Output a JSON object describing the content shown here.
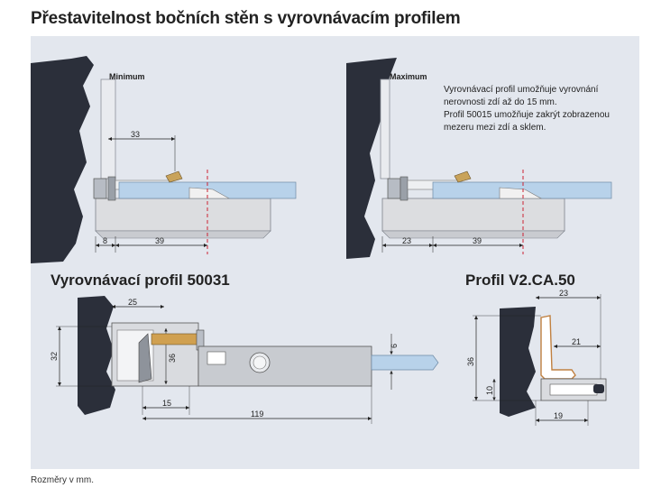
{
  "title": "Přestavitelnost bočních stěn s vyrovnávacím profilem",
  "footer": "Rozměry v mm.",
  "colors": {
    "panel": "#e3e7ee",
    "wall": "#2b2f3a",
    "glass": "#b8d2ea",
    "profile": "#d8d8d8",
    "accent": "#c08040",
    "centerline": "#cc2233"
  },
  "top_left": {
    "label": "Minimum",
    "dims": {
      "top": "33",
      "wall_gap": "8",
      "bottom": "39"
    }
  },
  "top_right": {
    "label": "Maximum",
    "dims": {
      "wall_gap": "23",
      "bottom": "39"
    }
  },
  "description": [
    "Vyrovnávací profil umožňuje vyrovnání",
    "nerovnosti zdí až do 15 mm.",
    "Profil 50015 umožňuje zakrýt zobrazenou",
    "mezeru mezi zdí a sklem."
  ],
  "bottom_left": {
    "title": "Vyrovnávací profil 50031",
    "dims": {
      "top": "25",
      "height": "32",
      "inner": "36",
      "glass": "6",
      "offset": "15",
      "length": "119"
    }
  },
  "bottom_right": {
    "title": "Profil V2.CA.50",
    "dims": {
      "width": "23",
      "inner": "21",
      "height": "36",
      "small": "10",
      "bottom": "19"
    }
  }
}
